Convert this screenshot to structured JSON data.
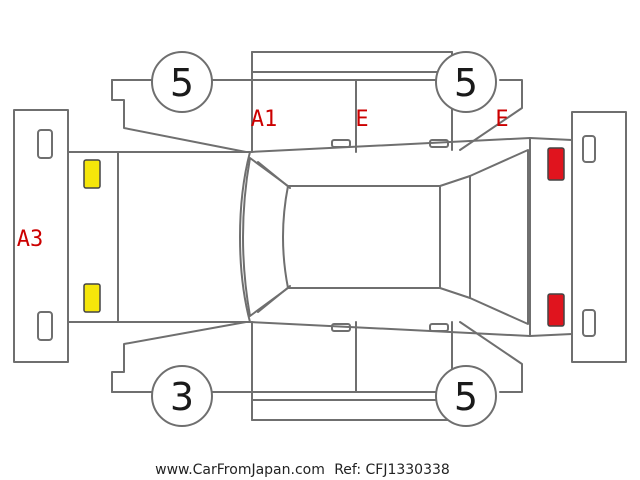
{
  "tires": {
    "front_left": "5",
    "front_right": "5",
    "rear_left": "3",
    "rear_right": "5"
  },
  "damage_codes": {
    "a1": "A1",
    "e_front_door": "E",
    "e_rear_fender": "E",
    "a3": "A3"
  },
  "footer": {
    "website": "www.CarFromJapan.com",
    "ref": "Ref: CFJ1330338"
  },
  "colors": {
    "outline": "#6f6f6f",
    "damage_code": "#cc0000",
    "headlight": "#f5e60a",
    "taillight": "#e0141e"
  }
}
